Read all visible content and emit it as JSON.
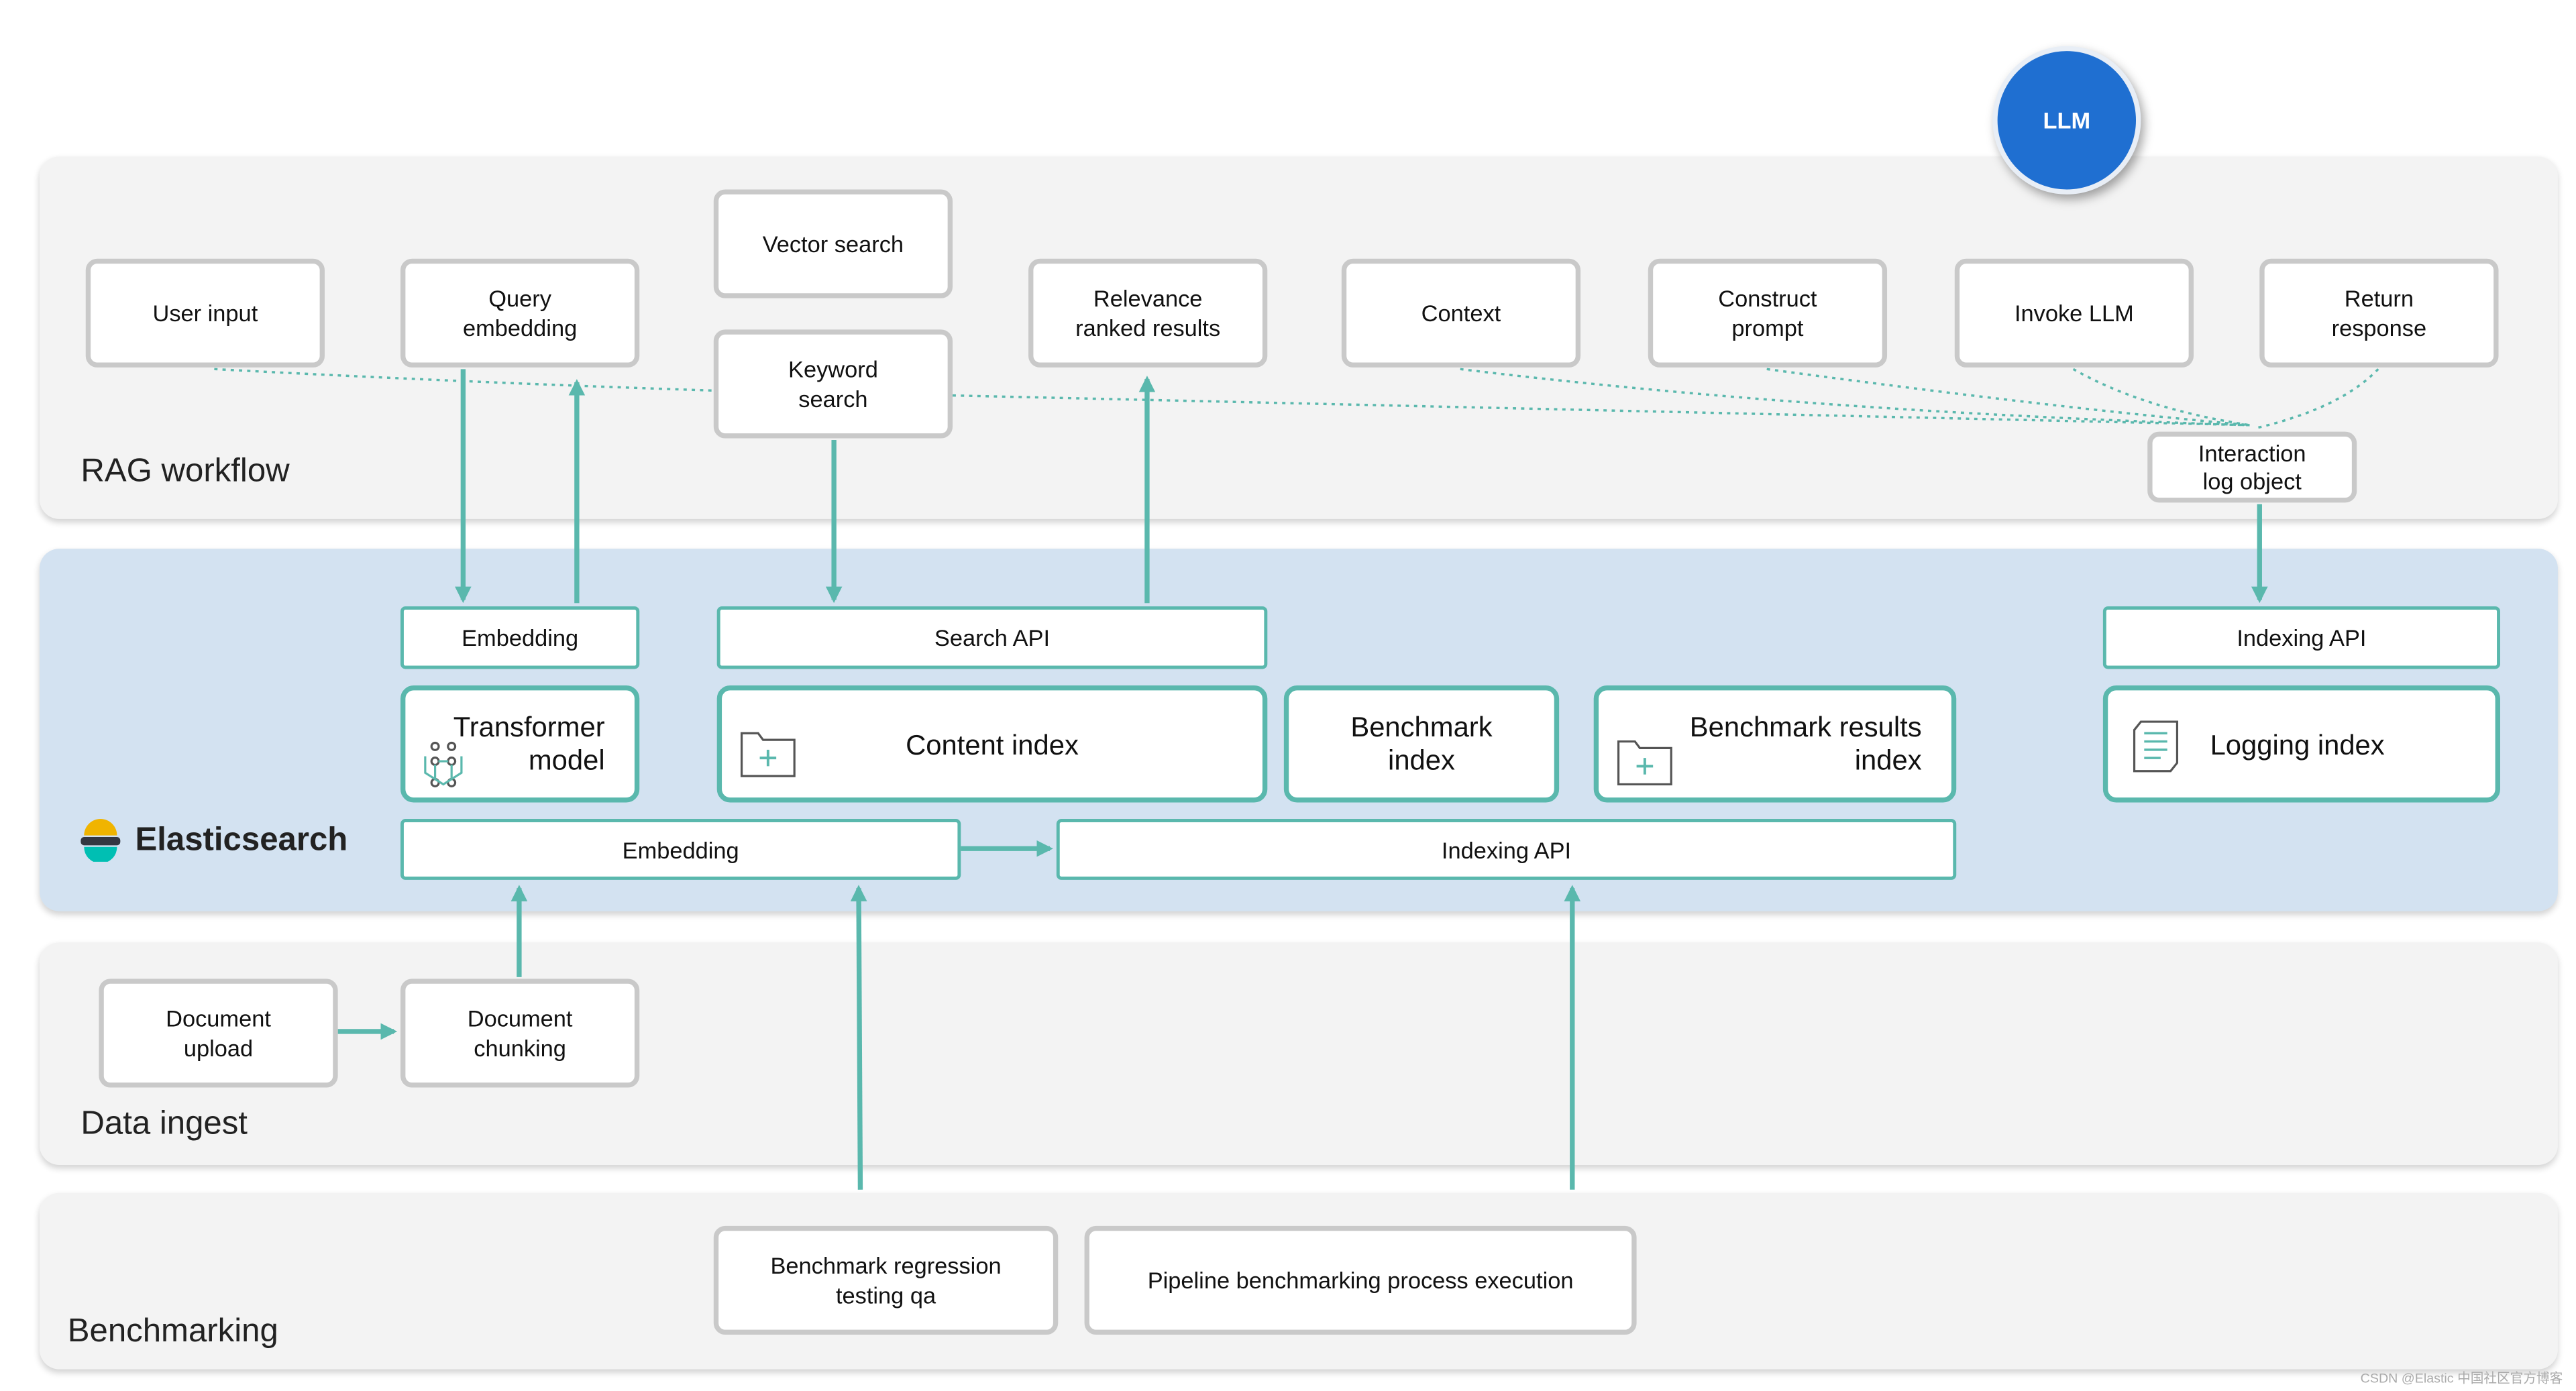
{
  "llm": "LLM",
  "rag": {
    "label": "RAG workflow",
    "user_input": "User input",
    "query_embedding": "Query\nembedding",
    "vector_search": "Vector search",
    "keyword_search": "Keyword\nsearch",
    "relevance": "Relevance\nranked results",
    "context": "Context",
    "construct_prompt": "Construct\nprompt",
    "invoke_llm": "Invoke LLM",
    "return_response": "Return\nresponse",
    "interaction_log": "Interaction\nlog object"
  },
  "es": {
    "label": "Elasticsearch",
    "embedding_top": "Embedding",
    "search_api": "Search API",
    "indexing_api_top": "Indexing API",
    "transformer_model": "Transformer\nmodel",
    "content_index": "Content index",
    "benchmark_index": "Benchmark\nindex",
    "benchmark_results_index": "Benchmark results\nindex",
    "logging_index": "Logging index",
    "embedding_bottom": "Embedding",
    "indexing_api_bottom": "Indexing API"
  },
  "ingest": {
    "label": "Data ingest",
    "document_upload": "Document\nupload",
    "document_chunking": "Document\nchunking"
  },
  "bench": {
    "label": "Benchmarking",
    "regression": "Benchmark regression\ntesting qa",
    "pipeline": "Pipeline benchmarking process execution"
  },
  "watermark": "CSDN @Elastic 中国社区官方博客",
  "colors": {
    "teal": "#5ab8ad",
    "llm_blue": "#1f6fd1",
    "es_panel": "#d3e2f1",
    "gray_panel": "#f3f3f3"
  },
  "icons": [
    "neural-network-icon",
    "folder-add-icon",
    "document-list-icon",
    "elastic-logo-icon"
  ]
}
